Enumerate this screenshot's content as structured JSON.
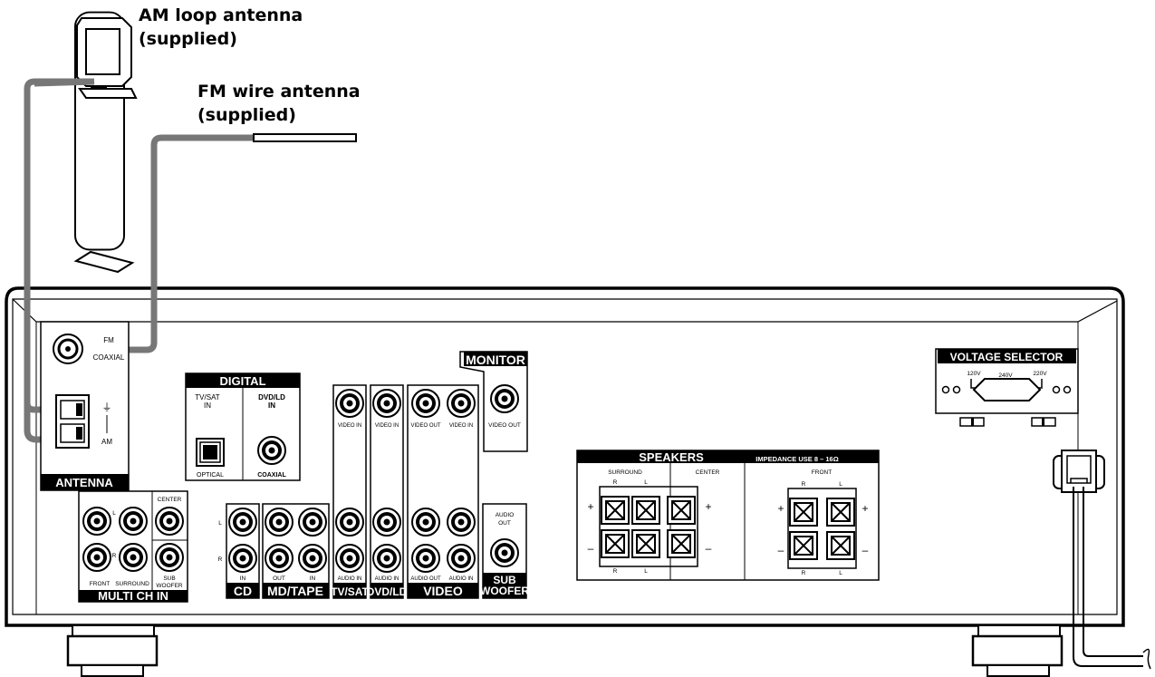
{
  "callouts": {
    "am_line1": "AM loop antenna",
    "am_line2": "(supplied)",
    "fm_line1": "FM wire antenna",
    "fm_line2": "(supplied)"
  },
  "antenna": {
    "title": "ANTENNA",
    "fm_label": "FM",
    "coaxial_label": "COAXIAL",
    "am_label": "AM",
    "ground_symbol": "⏚"
  },
  "digital": {
    "title": "DIGITAL",
    "tvsat_in_1": "TV/SAT",
    "tvsat_in_2": "IN",
    "dvdld_in_1": "DVD/LD",
    "dvdld_in_2": "IN",
    "optical": "OPTICAL",
    "coaxial": "COAXIAL"
  },
  "monitor": {
    "title": "MONITOR",
    "video_out": "VIDEO OUT"
  },
  "voltage": {
    "title": "VOLTAGE SELECTOR",
    "v120": "120V",
    "v240": "240V",
    "v220": "220V"
  },
  "speakers": {
    "title": "SPEAKERS",
    "impedance": "IMPEDANCE USE 8 – 16Ω",
    "surround": "SURROUND",
    "center": "CENTER",
    "front": "FRONT",
    "r": "R",
    "l": "L",
    "plus": "+",
    "minus": "–"
  },
  "multich": {
    "title": "MULTI CH IN",
    "center": "CENTER",
    "l": "L",
    "r": "R",
    "front": "FRONT",
    "surround": "SURROUND",
    "sub_1": "SUB",
    "sub_2": "WOOFER"
  },
  "cd": {
    "title": "CD",
    "l": "L",
    "r": "R",
    "in": "IN"
  },
  "mdtape": {
    "title": "MD/TAPE",
    "out": "OUT",
    "in": "IN"
  },
  "tvsat": {
    "title": "TV/SAT",
    "video_in": "VIDEO IN",
    "audio_in": "AUDIO IN"
  },
  "dvdld": {
    "title": "DVD/LD",
    "video_in": "VIDEO IN",
    "audio_in": "AUDIO IN"
  },
  "video": {
    "title": "VIDEO",
    "video_out": "VIDEO OUT",
    "video_in": "VIDEO IN",
    "audio_out": "AUDIO OUT",
    "audio_in": "AUDIO IN"
  },
  "subwoofer": {
    "title_1": "SUB",
    "title_2": "WOOFER",
    "audio_1": "AUDIO",
    "audio_2": "OUT"
  }
}
